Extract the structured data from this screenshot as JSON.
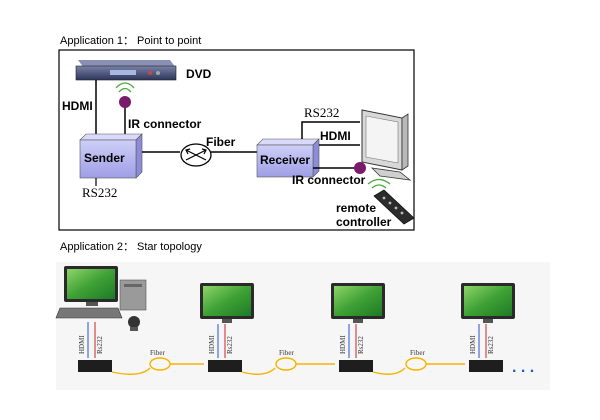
{
  "app1": {
    "title": "Application 1：   Point to point",
    "dvd": "DVD",
    "hdmi_left": "HDMI",
    "ir_connector_left": "IR connector",
    "sender": "Sender",
    "rs232_left": "RS232",
    "fiber": "Fiber",
    "receiver": "Receiver",
    "rs232_right": "RS232",
    "hdmi_right": "HDMI",
    "ir_connector_right": "IR connector",
    "remote_line1": "remote",
    "remote_line2": "controller"
  },
  "app2": {
    "title": "Application 2：  Star topology",
    "hdmi": "HDMI",
    "rs232": "Rs232",
    "fiber": "Fiber",
    "ellipsis": ". . ."
  },
  "colors": {
    "box_blue": "#b7b7f0",
    "ir_purple": "#7a1a6b",
    "fiber_yellow": "#f5b400",
    "screen_green": "#4aa83a",
    "arrow_blue": "#4a6fd0",
    "arrow_red": "#d04a4a"
  }
}
